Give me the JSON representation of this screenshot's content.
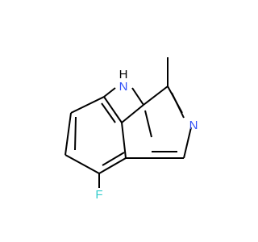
{
  "structure": {
    "atoms": [
      {
        "id": "F",
        "label": "F",
        "color": "#33CCCC"
      },
      {
        "id": "NH",
        "label": "N",
        "color": "#3050F8"
      },
      {
        "id": "H",
        "label": "H",
        "color": "#000000"
      },
      {
        "id": "N",
        "label": "N",
        "color": "#3050F8"
      }
    ]
  }
}
